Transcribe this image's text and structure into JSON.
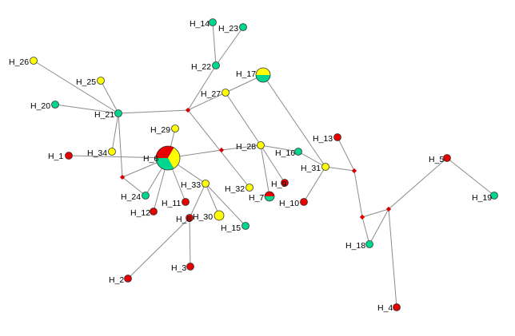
{
  "palette": {
    "red": "#e60000",
    "yellow": "#ffff00",
    "green": "#00d690",
    "edge": "#8c8c8c",
    "junction": "#d40000"
  },
  "nodes": [
    {
      "id": "H_1",
      "label": "H_1",
      "colors": [
        "red"
      ]
    },
    {
      "id": "H_2",
      "label": "H_2",
      "colors": [
        "red"
      ]
    },
    {
      "id": "H_3",
      "label": "H_3",
      "colors": [
        "red"
      ]
    },
    {
      "id": "H_4",
      "label": "H_4",
      "colors": [
        "red"
      ]
    },
    {
      "id": "H_5",
      "label": "H_5",
      "colors": [
        "red"
      ]
    },
    {
      "id": "H_6",
      "label": "H_6",
      "colors": [
        "red",
        "yellow",
        "green"
      ]
    },
    {
      "id": "H_7",
      "label": "H_7",
      "colors": [
        "red",
        "green"
      ]
    },
    {
      "id": "H_8",
      "label": "H_8",
      "colors": [
        "red"
      ]
    },
    {
      "id": "H_9",
      "label": "H_9",
      "colors": [
        "red"
      ]
    },
    {
      "id": "H_10",
      "label": "H_10",
      "colors": [
        "red"
      ]
    },
    {
      "id": "H_11",
      "label": "H_11",
      "colors": [
        "red"
      ]
    },
    {
      "id": "H_12",
      "label": "H_12",
      "colors": [
        "red"
      ]
    },
    {
      "id": "H_13",
      "label": "H_13",
      "colors": [
        "red"
      ]
    },
    {
      "id": "H_14",
      "label": "H_14",
      "colors": [
        "green"
      ]
    },
    {
      "id": "H_15",
      "label": "H_15",
      "colors": [
        "green"
      ]
    },
    {
      "id": "H_16",
      "label": "H_16",
      "colors": [
        "green"
      ]
    },
    {
      "id": "H_17",
      "label": "H_17",
      "colors": [
        "yellow",
        "green"
      ]
    },
    {
      "id": "H_18",
      "label": "H_18",
      "colors": [
        "green"
      ]
    },
    {
      "id": "H_19",
      "label": "H_19",
      "colors": [
        "green"
      ]
    },
    {
      "id": "H_20",
      "label": "H_20",
      "colors": [
        "green"
      ]
    },
    {
      "id": "H_21",
      "label": "H_21",
      "colors": [
        "green"
      ]
    },
    {
      "id": "H_22",
      "label": "H_22",
      "colors": [
        "green"
      ]
    },
    {
      "id": "H_23",
      "label": "H_23",
      "colors": [
        "green"
      ]
    },
    {
      "id": "H_24",
      "label": "H_24",
      "colors": [
        "green"
      ]
    },
    {
      "id": "H_25",
      "label": "H_25",
      "colors": [
        "yellow"
      ]
    },
    {
      "id": "H_26",
      "label": "H_26",
      "colors": [
        "yellow"
      ]
    },
    {
      "id": "H_27",
      "label": "H_27",
      "colors": [
        "yellow"
      ]
    },
    {
      "id": "H_28",
      "label": "H_28",
      "colors": [
        "yellow"
      ]
    },
    {
      "id": "H_29",
      "label": "H_29",
      "colors": [
        "yellow"
      ]
    },
    {
      "id": "H_30",
      "label": "H_30",
      "colors": [
        "yellow"
      ]
    },
    {
      "id": "H_31",
      "label": "H_31",
      "colors": [
        "yellow"
      ]
    },
    {
      "id": "H_32",
      "label": "H_32",
      "colors": [
        "yellow"
      ]
    },
    {
      "id": "H_33",
      "label": "H_33",
      "colors": [
        "yellow"
      ]
    },
    {
      "id": "H_34",
      "label": "H_34",
      "colors": [
        "yellow"
      ]
    }
  ],
  "junctions": [
    "j1",
    "j2",
    "j3",
    "j4",
    "j5",
    "j6"
  ],
  "edges": [
    [
      "H_26",
      "H_21"
    ],
    [
      "H_25",
      "H_21"
    ],
    [
      "H_20",
      "H_21"
    ],
    [
      "H_34",
      "H_21"
    ],
    [
      "H_21",
      "j2"
    ],
    [
      "j2",
      "H_24"
    ],
    [
      "H_21",
      "j1"
    ],
    [
      "H_14",
      "H_22"
    ],
    [
      "H_23",
      "H_22"
    ],
    [
      "H_22",
      "j1"
    ],
    [
      "j1",
      "H_27"
    ],
    [
      "H_27",
      "H_17"
    ],
    [
      "j1",
      "H_32"
    ],
    [
      "H_27",
      "H_28"
    ],
    [
      "H_6",
      "H_1"
    ],
    [
      "H_6",
      "H_29"
    ],
    [
      "H_6",
      "j2"
    ],
    [
      "H_6",
      "H_24"
    ],
    [
      "H_6",
      "H_12"
    ],
    [
      "H_6",
      "H_11"
    ],
    [
      "H_6",
      "H_33"
    ],
    [
      "H_6",
      "j3"
    ],
    [
      "j3",
      "H_28"
    ],
    [
      "H_28",
      "H_16"
    ],
    [
      "H_28",
      "H_9"
    ],
    [
      "H_28",
      "H_7"
    ],
    [
      "H_33",
      "H_30"
    ],
    [
      "H_33",
      "H_15"
    ],
    [
      "H_33",
      "H_8"
    ],
    [
      "H_8",
      "H_2"
    ],
    [
      "H_8",
      "H_3"
    ],
    [
      "H_17",
      "H_31"
    ],
    [
      "H_16",
      "H_31"
    ],
    [
      "H_31",
      "H_10"
    ],
    [
      "H_31",
      "j4"
    ],
    [
      "H_13",
      "j4"
    ],
    [
      "j4",
      "j5"
    ],
    [
      "j5",
      "H_18"
    ],
    [
      "j5",
      "j6"
    ],
    [
      "j6",
      "H_18"
    ],
    [
      "j6",
      "H_4"
    ],
    [
      "j6",
      "H_5"
    ],
    [
      "H_5",
      "H_19"
    ]
  ]
}
